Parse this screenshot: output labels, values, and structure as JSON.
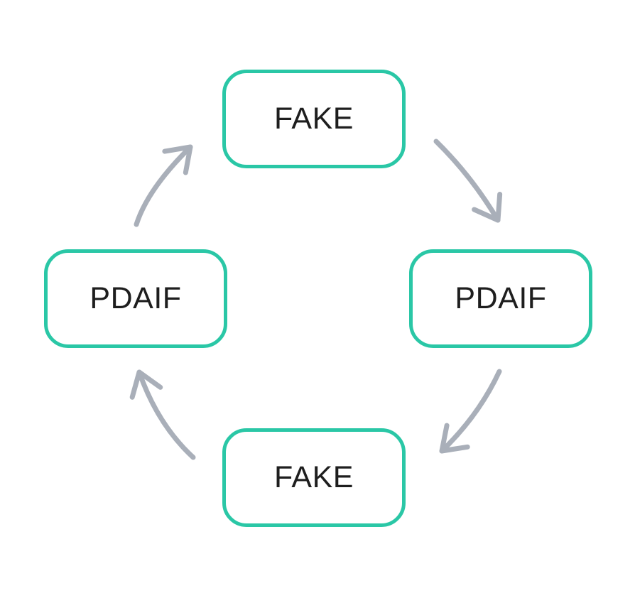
{
  "diagram": {
    "type": "cycle",
    "nodes": [
      {
        "id": "top",
        "label": "FAKE",
        "position": "top"
      },
      {
        "id": "right",
        "label": "PDAIF",
        "position": "right"
      },
      {
        "id": "bottom",
        "label": "FAKE",
        "position": "bottom"
      },
      {
        "id": "left",
        "label": "PDAIF",
        "position": "left"
      }
    ],
    "edges": [
      {
        "from": "top",
        "to": "right",
        "direction": "clockwise"
      },
      {
        "from": "right",
        "to": "bottom",
        "direction": "clockwise"
      },
      {
        "from": "bottom",
        "to": "left",
        "direction": "clockwise"
      },
      {
        "from": "left",
        "to": "top",
        "direction": "clockwise"
      }
    ],
    "colors": {
      "node_border": "#2AC7A6",
      "arrow": "#A9AFB9",
      "label": "#1E1E1E",
      "background": "#FFFFFF"
    }
  }
}
